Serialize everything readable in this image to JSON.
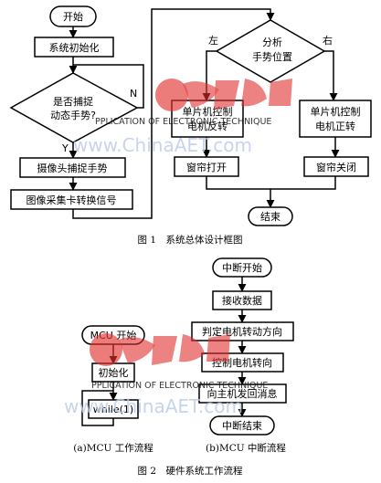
{
  "fig1": {
    "start": "开始",
    "init": "系统初始化",
    "decision_line1": "是否捕捉",
    "decision_line2": "动态手势?",
    "no": "N",
    "yes": "Y",
    "capture": "摄像头捕捉手势",
    "convert": "图像采集卡转换信号",
    "analyze_line1": "分析",
    "analyze_line2": "手势位置",
    "left": "左",
    "right": "右",
    "motor_rev_line1": "单片机控制",
    "motor_rev_line2": "电机反转",
    "motor_fwd_line1": "单片机控制",
    "motor_fwd_line2": "电机正转",
    "open": "窗帘打开",
    "close": "窗帘关闭",
    "end": "结束",
    "caption": "图 1　系统总体设计框图"
  },
  "fig2b": {
    "start": "中断开始",
    "receive": "接收数据",
    "judge": "判定电机转动方向",
    "control": "控制电机转向",
    "report": "向主机发回消息",
    "end": "中断结束",
    "caption": "(b)MCU 中断流程"
  },
  "fig2a": {
    "start": "MCU 开始",
    "init": "初始化",
    "loop": "while(1)",
    "caption": "(a)MCU 工作流程"
  },
  "fig2_caption": "图 2　硬件系统工作流程",
  "watermark": {
    "english": "PPLICATION OF ELECTRONIC TECHNIQUE",
    "url": "www.ChinaAET.com"
  },
  "colors": {
    "watermark_blue": "#bfcde8",
    "seal_red": "#e0312f"
  }
}
